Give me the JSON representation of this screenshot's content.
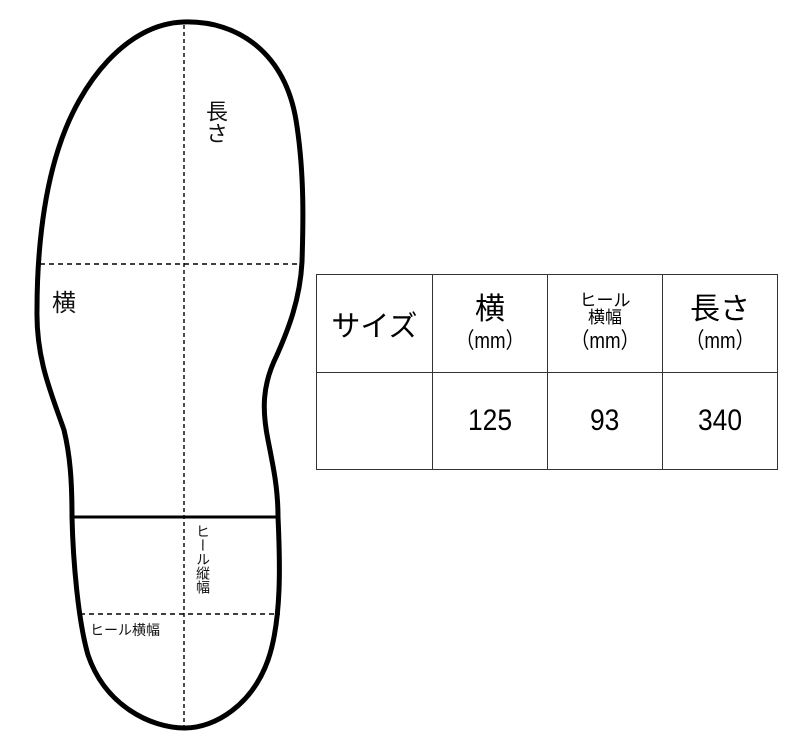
{
  "diagram": {
    "labels": {
      "length": "長さ",
      "width": "横",
      "heel_length": "ヒール縦幅",
      "heel_width": "ヒール横幅"
    }
  },
  "table": {
    "headers": {
      "size": "サイズ",
      "width": "横",
      "width_unit": "（mm）",
      "heel_width_line1": "ヒール",
      "heel_width_line2": "横幅",
      "heel_width_unit": "（mm）",
      "length": "長さ",
      "length_unit": "（mm）"
    },
    "row": {
      "size": "",
      "width": "125",
      "heel_width": "93",
      "length": "340"
    }
  }
}
